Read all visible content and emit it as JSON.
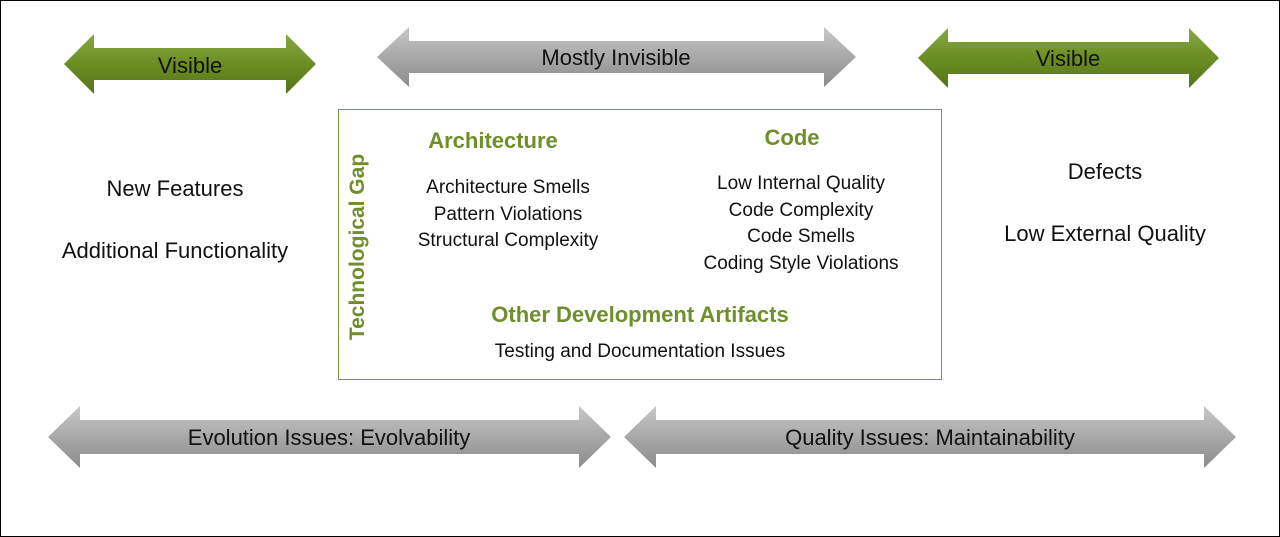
{
  "top_arrows": {
    "left": "Visible",
    "middle": "Mostly Invisible",
    "right": "Visible"
  },
  "bottom_arrows": {
    "left": "Evolution Issues: Evolvability",
    "right": "Quality Issues: Maintainability"
  },
  "left_column": {
    "line1": "New Features",
    "line2": "Additional Functionality"
  },
  "right_column": {
    "line1": "Defects",
    "line2": "Low External Quality"
  },
  "gap_box": {
    "vertical_label": "Technological Gap",
    "architecture": {
      "heading": "Architecture",
      "items": [
        "Architecture Smells",
        "Pattern Violations",
        "Structural Complexity"
      ]
    },
    "code": {
      "heading": "Code",
      "items": [
        "Low Internal Quality",
        "Code Complexity",
        "Code Smells",
        "Coding Style Violations"
      ]
    },
    "other": {
      "heading": "Other Development Artifacts",
      "items": [
        "Testing and Documentation Issues"
      ]
    }
  },
  "colors": {
    "visible_arrow": "#6b8e23",
    "invisible_arrow": "#a6a6a6",
    "heading_green": "#6f8f2a"
  }
}
